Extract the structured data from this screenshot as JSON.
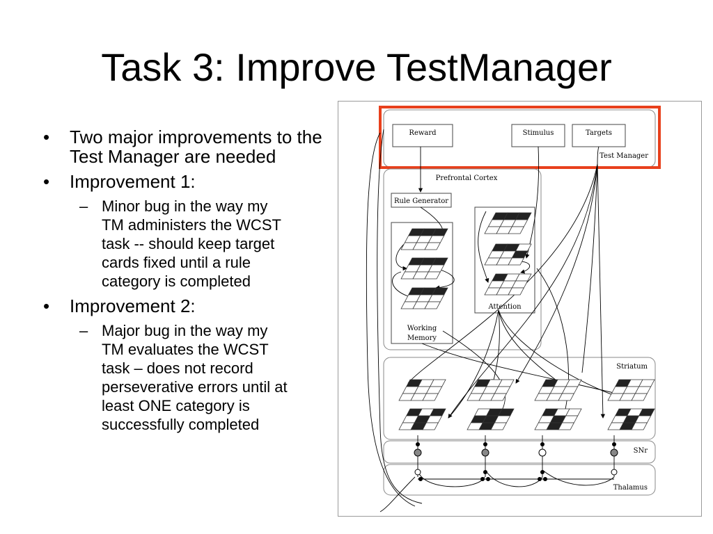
{
  "slide": {
    "title": "Task 3: Improve TestManager",
    "bullets": [
      {
        "text": "Two major improvements to the Test Manager are needed",
        "subs": []
      },
      {
        "text": "Improvement 1:",
        "subs": [
          "Minor bug in the way my\nTM administers the WCST\ntask -- should keep target\ncards fixed until a rule\ncategory is completed"
        ]
      },
      {
        "text": "Improvement 2:",
        "subs": [
          "Major bug in the way my\nTM evaluates the WCST\ntask – does not record\nperseverative errors until at\nleast ONE category is\nsuccessfully completed"
        ]
      }
    ]
  },
  "diagram": {
    "labels": {
      "reward": "Reward",
      "stimulus": "Stimulus",
      "targets": "Targets",
      "test_manager": "Test Manager",
      "prefrontal": "Prefrontal Cortex",
      "rule_generator": "Rule Generator",
      "working_memory_1": "Working",
      "working_memory_2": "Memory",
      "attention": "Attention",
      "striatum": "Striatum",
      "snr": "SNr",
      "thalamus": "Thalamus"
    },
    "highlight_color": "#e8401c"
  }
}
